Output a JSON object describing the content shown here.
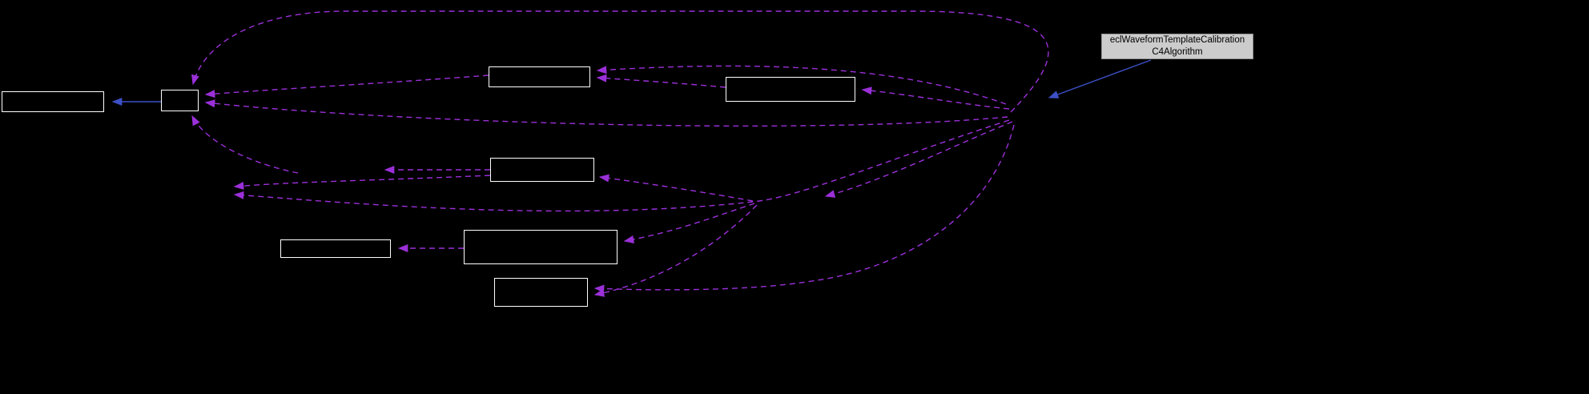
{
  "diagram": {
    "type": "collaboration-graph",
    "nodes": {
      "algo": {
        "label_line1": "eclWaveformTemplateCalibration",
        "label_line2": "C4Algorithm"
      },
      "far_left": {
        "label": ""
      },
      "hub_left": {
        "label": ""
      },
      "top_middle": {
        "label": ""
      },
      "upper_right": {
        "label": ""
      },
      "center": {
        "label": ""
      },
      "lower_big": {
        "label": ""
      },
      "lower_left": {
        "label": ""
      },
      "bottom": {
        "label": ""
      }
    },
    "colors": {
      "background": "#000000",
      "node_border": "#ffffff",
      "node_fill": "#000000",
      "highlight_fill": "#cccccc",
      "highlight_border": "#8f8f8f",
      "highlight_text": "#000000",
      "edge_dashed": "#9b30d9",
      "edge_solid": "#3d50c8"
    }
  }
}
